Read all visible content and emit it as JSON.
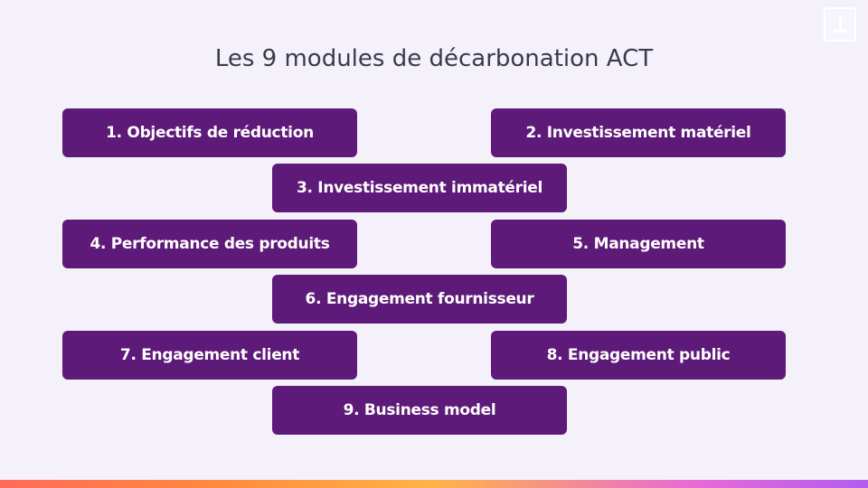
{
  "title": "Les 9 modules de décarbonation ACT",
  "modules": [
    "1. Objectifs de réduction",
    "2. Investissement matériel",
    "3. Investissement immatériel",
    "4. Performance des produits",
    "5. Management",
    "6. Engagement fournisseur",
    "7. Engagement client",
    "8. Engagement public",
    "9. Business model"
  ],
  "colors": {
    "background": "#f4f1fb",
    "module_fill": "#5e1a78",
    "module_text": "#ffffff",
    "title_text": "#3c3a4a"
  },
  "icons": {
    "logo": "download-logo-icon"
  }
}
